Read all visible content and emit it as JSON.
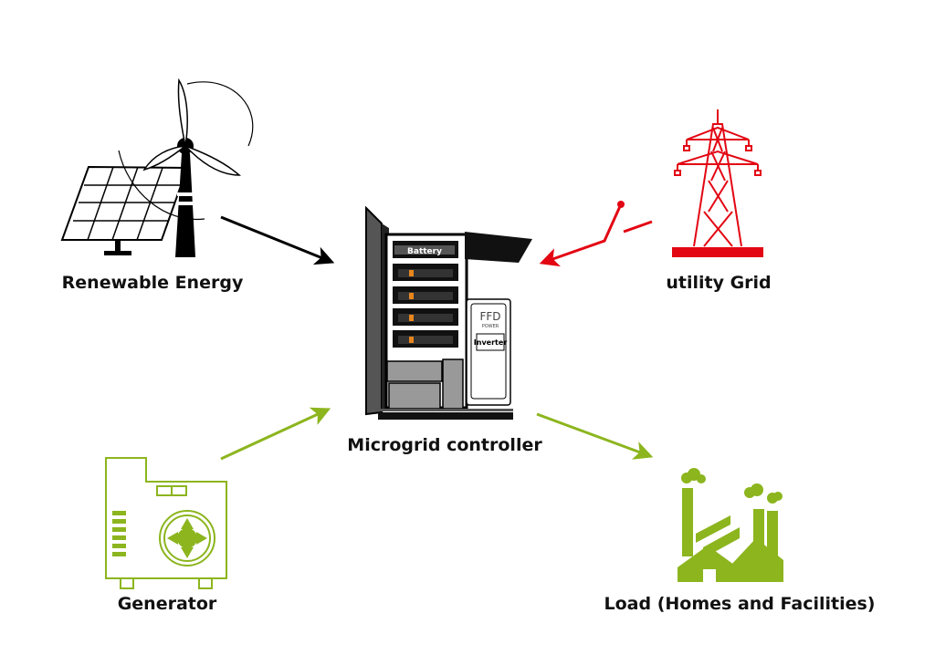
{
  "nodes": {
    "renewable": {
      "label": "Renewable Energy"
    },
    "grid": {
      "label": "utility Grid"
    },
    "controller": {
      "label": "Microgrid controller"
    },
    "generator": {
      "label": "Generator"
    },
    "load": {
      "label": "Load (Homes and Facilities)"
    }
  },
  "controller_parts": {
    "battery_label": "Battery",
    "inverter_label": "Inverter",
    "brand_label": "FFD",
    "brand_sub": "POWER"
  },
  "colors": {
    "black": "#000000",
    "red": "#e30613",
    "green": "#8cb51e",
    "dark_gray": "#555555",
    "orange": "#e8861e"
  },
  "edges": [
    {
      "from": "Renewable Energy",
      "to": "Microgrid controller",
      "color": "black"
    },
    {
      "from": "utility Grid",
      "to": "Microgrid controller",
      "color": "red"
    },
    {
      "from": "Generator",
      "to": "Microgrid controller",
      "color": "green"
    },
    {
      "from": "Microgrid controller",
      "to": "Load (Homes and Facilities)",
      "color": "green"
    }
  ]
}
